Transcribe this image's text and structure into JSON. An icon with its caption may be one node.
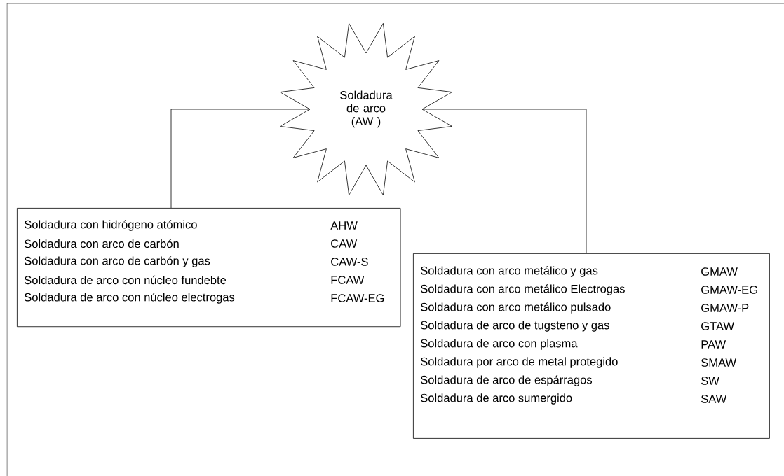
{
  "diagram": {
    "nodes": [
      {
        "text": [
          "Soldadura de arco (AW )"
        ]
      },
      {
        "text": [
          "Soldadura con hidrógeno atómico",
          "AHW",
          "Soldadura con arco de carbón",
          "CAW",
          "Soldadura con arco de carbón y gas",
          "CAW-S",
          "Soldadura de arco con núcleo fundebte",
          "FCAW",
          "Soldadura de arco con núcleo electrogas",
          "FCAW-EG"
        ]
      },
      {
        "text": [
          "Soldadura con arco metálico y gas",
          "GMAW",
          "Soldadura con arco metálico Electrogas",
          "GMAW-EG",
          "Soldadura con arco metálico pulsado",
          "GMAW-P",
          "Soldadura de arco de tugsteno y gas",
          "GTAW",
          "Soldadura de arco con plasma",
          "PAW",
          "Soldadura por arco de metal protegido",
          "SMAW",
          "Soldadura de arco de espárragos",
          "SW",
          "Soldadura de arco sumergido",
          "SAW"
        ]
      }
    ],
    "edges": [
      {
        "from": 0,
        "to": 1,
        "arrow": "none"
      },
      {
        "from": 0,
        "to": 2,
        "arrow": "none"
      }
    ]
  }
}
